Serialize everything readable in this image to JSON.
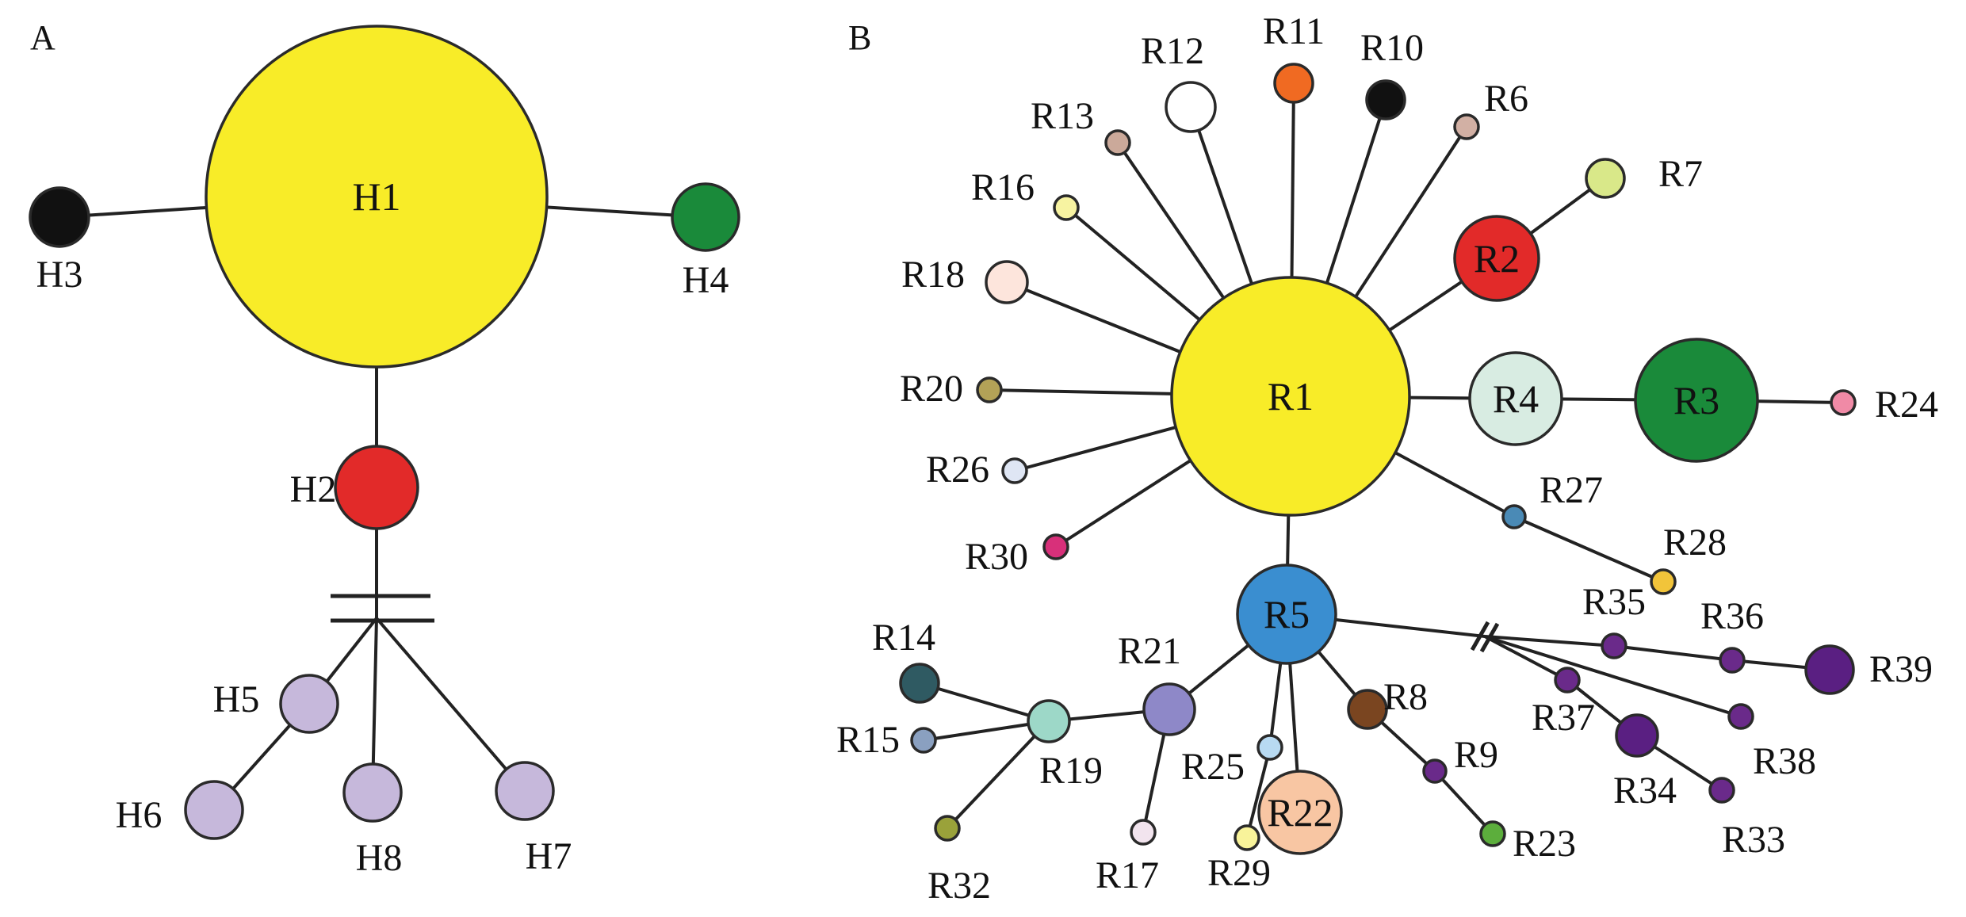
{
  "panels": [
    {
      "letter": "A",
      "nodes": [
        {
          "id": "H1",
          "label": "H1",
          "color": "#f8ec28"
        },
        {
          "id": "H2",
          "label": "H2",
          "color": "#e22a29"
        },
        {
          "id": "H3",
          "label": "H3",
          "color": "#111111"
        },
        {
          "id": "H4",
          "label": "H4",
          "color": "#1a8a3a"
        },
        {
          "id": "H5",
          "label": "H5",
          "color": "#c6b8db"
        },
        {
          "id": "H6",
          "label": "H6",
          "color": "#c6b8db"
        },
        {
          "id": "H7",
          "label": "H7",
          "color": "#c6b8db"
        },
        {
          "id": "H8",
          "label": "H8",
          "color": "#c6b8db"
        }
      ],
      "edges": [
        [
          "H1",
          "H3"
        ],
        [
          "H1",
          "H4"
        ],
        [
          "H1",
          "H2"
        ],
        [
          "H2",
          "HUB_A"
        ],
        [
          "HUB_A",
          "H5"
        ],
        [
          "H5",
          "H6"
        ],
        [
          "HUB_A",
          "H8"
        ],
        [
          "HUB_A",
          "H7"
        ]
      ]
    },
    {
      "letter": "B",
      "nodes": [
        {
          "id": "R1",
          "label": "R1",
          "color": "#f8ec28"
        },
        {
          "id": "R2",
          "label": "R2",
          "color": "#e22a29"
        },
        {
          "id": "R3",
          "label": "R3",
          "color": "#1a8a3a"
        },
        {
          "id": "R4",
          "label": "R4",
          "color": "#d8ece2"
        },
        {
          "id": "R5",
          "label": "R5",
          "color": "#3a8ed0"
        },
        {
          "id": "R6",
          "label": "R6",
          "color": "#d2b0a4"
        },
        {
          "id": "R7",
          "label": "R7",
          "color": "#d9e889"
        },
        {
          "id": "R8",
          "label": "R8",
          "color": "#7a4520"
        },
        {
          "id": "R9",
          "label": "R9",
          "color": "#6a2a8a"
        },
        {
          "id": "R10",
          "label": "R10",
          "color": "#111111"
        },
        {
          "id": "R11",
          "label": "R11",
          "color": "#f06a22"
        },
        {
          "id": "R12",
          "label": "R12",
          "color": "#ffffff"
        },
        {
          "id": "R13",
          "label": "R13",
          "color": "#cba99a"
        },
        {
          "id": "R14",
          "label": "R14",
          "color": "#2f5a62"
        },
        {
          "id": "R15",
          "label": "R15",
          "color": "#8aa0c0"
        },
        {
          "id": "R16",
          "label": "R16",
          "color": "#f7f3a1"
        },
        {
          "id": "R17",
          "label": "R17",
          "color": "#f2e4ee"
        },
        {
          "id": "R18",
          "label": "R18",
          "color": "#fde5dc"
        },
        {
          "id": "R19",
          "label": "R19",
          "color": "#9dd8c8"
        },
        {
          "id": "R20",
          "label": "R20",
          "color": "#b3a257"
        },
        {
          "id": "R21",
          "label": "R21",
          "color": "#8e88c8"
        },
        {
          "id": "R22",
          "label": "R22",
          "color": "#f8c6a3"
        },
        {
          "id": "R23",
          "label": "R23",
          "color": "#5cae3c"
        },
        {
          "id": "R24",
          "label": "R24",
          "color": "#f08aa6"
        },
        {
          "id": "R25",
          "label": "R25",
          "color": "#b8daf2"
        },
        {
          "id": "R26",
          "label": "R26",
          "color": "#dfe6f4"
        },
        {
          "id": "R27",
          "label": "R27",
          "color": "#4a8ab6"
        },
        {
          "id": "R28",
          "label": "R28",
          "color": "#f2c43a"
        },
        {
          "id": "R29",
          "label": "R29",
          "color": "#f8f39a"
        },
        {
          "id": "R30",
          "label": "R30",
          "color": "#d8307a"
        },
        {
          "id": "R32",
          "label": "R32",
          "color": "#9aa23a"
        },
        {
          "id": "R33",
          "label": "R33",
          "color": "#6a2a8a"
        },
        {
          "id": "R34",
          "label": "R34",
          "color": "#5a1f82"
        },
        {
          "id": "R35",
          "label": "R35",
          "color": "#6a2a8a"
        },
        {
          "id": "R36",
          "label": "R36",
          "color": "#6a2a8a"
        },
        {
          "id": "R37",
          "label": "R37",
          "color": "#6a2a8a"
        },
        {
          "id": "R38",
          "label": "R38",
          "color": "#6a2a8a"
        },
        {
          "id": "R39",
          "label": "R39",
          "color": "#5a1f82"
        }
      ],
      "edges": [
        [
          "R1",
          "R2"
        ],
        [
          "R2",
          "R7"
        ],
        [
          "R1",
          "R4"
        ],
        [
          "R4",
          "R3"
        ],
        [
          "R3",
          "R24"
        ],
        [
          "R1",
          "R6"
        ],
        [
          "R1",
          "R10"
        ],
        [
          "R1",
          "R11"
        ],
        [
          "R1",
          "R12"
        ],
        [
          "R1",
          "R13"
        ],
        [
          "R1",
          "R16"
        ],
        [
          "R1",
          "R18"
        ],
        [
          "R1",
          "R20"
        ],
        [
          "R1",
          "R26"
        ],
        [
          "R1",
          "R30"
        ],
        [
          "R1",
          "R27"
        ],
        [
          "R27",
          "R28"
        ],
        [
          "R1",
          "R5"
        ],
        [
          "R5",
          "R21"
        ],
        [
          "R21",
          "R19"
        ],
        [
          "R21",
          "R17"
        ],
        [
          "R19",
          "R14"
        ],
        [
          "R19",
          "R15"
        ],
        [
          "R19",
          "R32"
        ],
        [
          "R5",
          "R25"
        ],
        [
          "R25",
          "R29"
        ],
        [
          "R5",
          "R22"
        ],
        [
          "R5",
          "R8"
        ],
        [
          "R8",
          "R9"
        ],
        [
          "R9",
          "R23"
        ],
        [
          "R5",
          "HUB_B"
        ],
        [
          "HUB_B",
          "R35"
        ],
        [
          "R35",
          "R36"
        ],
        [
          "R36",
          "R39"
        ],
        [
          "HUB_B",
          "R38"
        ],
        [
          "HUB_B",
          "R37"
        ],
        [
          "R37",
          "R34"
        ],
        [
          "R34",
          "R33"
        ]
      ]
    }
  ]
}
